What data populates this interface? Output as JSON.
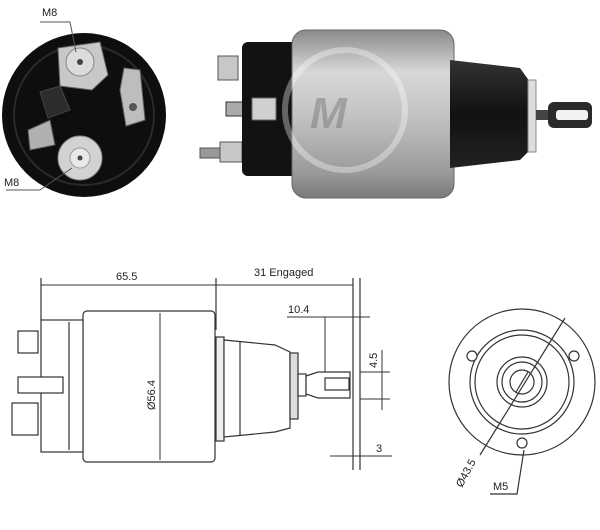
{
  "photo_end_view": {
    "labels": [
      {
        "id": "top_stud",
        "text": "M8"
      },
      {
        "id": "bottom_stud",
        "text": "M8"
      }
    ]
  },
  "photo_side_view": {
    "watermark": "logo-watermark"
  },
  "side_drawing": {
    "dimensions": {
      "body_length": "65.5",
      "plunger_travel": "31 Engaged",
      "fork_length": "10.4",
      "fork_slot_width": "4.5",
      "fork_offset": "3",
      "body_diameter": "Ø56.4"
    }
  },
  "end_drawing": {
    "dimensions": {
      "bolt_circle_diameter": "Ø43.5",
      "thread": "M5"
    }
  },
  "colors": {
    "line": "#333333",
    "body_metal": "#b8b8b8",
    "cap_black": "#1a1a1a"
  }
}
